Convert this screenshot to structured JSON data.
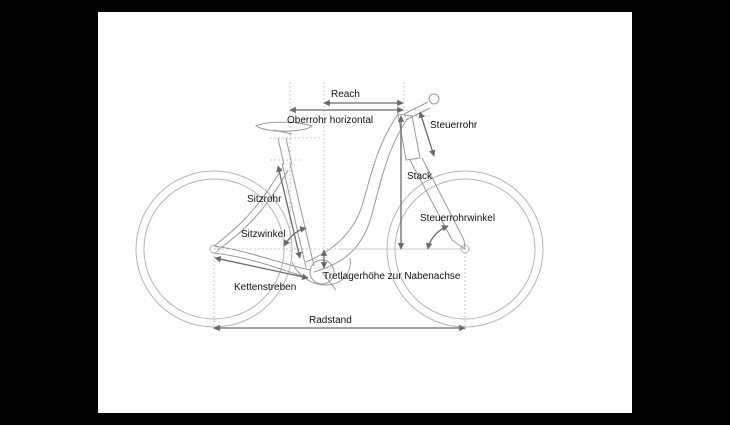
{
  "diagram": {
    "labels": {
      "reach": "Reach",
      "oberrohr": "Oberrohr horizontal",
      "steuerrohr": "Steuerrohr",
      "stack": "Stack",
      "sitzrohr": "Sitzrohr",
      "steuerrohrwinkel": "Steuerrohrwinkel",
      "sitzwinkel": "Sitzwinkel",
      "tretlager": "Tretlagerhöhe zur Nabenachse",
      "kettenstreben": "Kettenstreben",
      "radstand": "Radstand"
    }
  },
  "colors": {
    "background": "#000000",
    "canvas": "#ffffff",
    "frame_line": "#9a9a9a",
    "measure_line": "#6a6a6a",
    "label_text": "#111111"
  }
}
